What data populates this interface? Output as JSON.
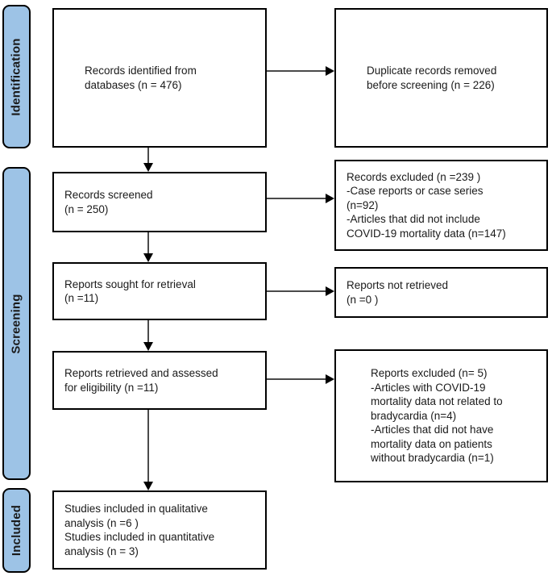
{
  "diagram": {
    "type": "prisma-flow",
    "stages": [
      {
        "label": "Identification"
      },
      {
        "label": "Screening"
      },
      {
        "label": "Included"
      }
    ],
    "boxes": {
      "records_identified": {
        "lines": [
          "Records identified from",
          "databases (n = 476)"
        ]
      },
      "duplicates_removed": {
        "lines": [
          "Duplicate records removed",
          "before screening (n = 226)"
        ]
      },
      "records_screened": {
        "lines": [
          "Records screened",
          "(n = 250)"
        ]
      },
      "records_excluded": {
        "lines": [
          "Records excluded (n =239 )",
          "-Case reports or case series",
          "(n=92)",
          "-Articles that did not include",
          "COVID-19 mortality data (n=147)"
        ]
      },
      "reports_sought": {
        "lines": [
          "Reports sought for retrieval",
          "(n =11)"
        ]
      },
      "reports_not_retrieved": {
        "lines": [
          "Reports not retrieved",
          "(n =0 )"
        ]
      },
      "reports_assessed": {
        "lines": [
          "Reports retrieved and assessed",
          "for eligibility (n =11)"
        ]
      },
      "reports_excluded": {
        "lines": [
          "Reports excluded (n= 5)",
          "-Articles with COVID-19",
          "mortality data not related to",
          "bradycardia (n=4)",
          "-Articles that did not have",
          "mortality data on patients",
          "without bradycardia (n=1)"
        ]
      },
      "studies_included": {
        "lines": [
          "Studies included in qualitative",
          "analysis (n =6 )",
          "Studies included in quantitative",
          "analysis (n = 3)"
        ]
      }
    },
    "colors": {
      "stage_fill": "#9DC3E6",
      "stage_border": "#000000",
      "box_border": "#000000",
      "arrow_line": "#4a4a4a",
      "arrow_head": "#000000",
      "background": "#ffffff",
      "text": "#1a1a1a"
    }
  }
}
